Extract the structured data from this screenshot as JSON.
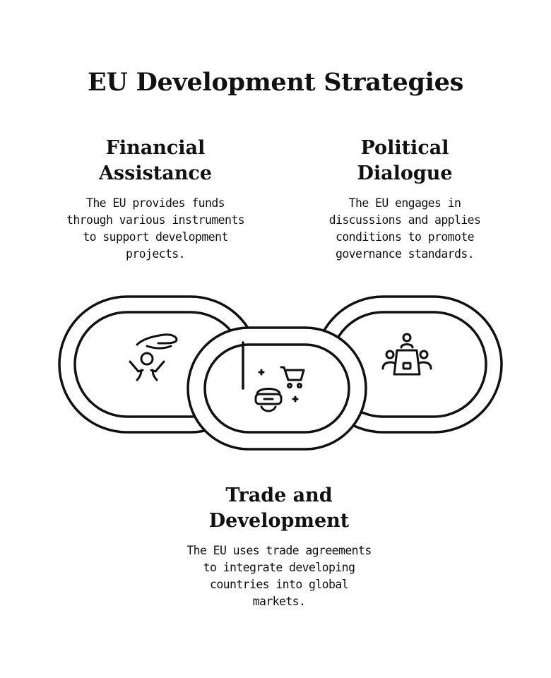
{
  "title": "EU Development Strategies",
  "items": [
    {
      "id": "financial",
      "heading": "Financial Assistance",
      "description": "The EU provides funds through various instruments to support development projects.",
      "icon": "hand-giving-icon"
    },
    {
      "id": "political",
      "heading": "Political Dialogue",
      "description": "The EU engages in discussions and applies conditions to promote governance standards.",
      "icon": "meeting-table-icon"
    },
    {
      "id": "trade",
      "heading": "Trade and Development",
      "description": "The EU uses trade agreements to integrate developing countries into global markets.",
      "icon": "vr-headset-cart-icon"
    }
  ]
}
